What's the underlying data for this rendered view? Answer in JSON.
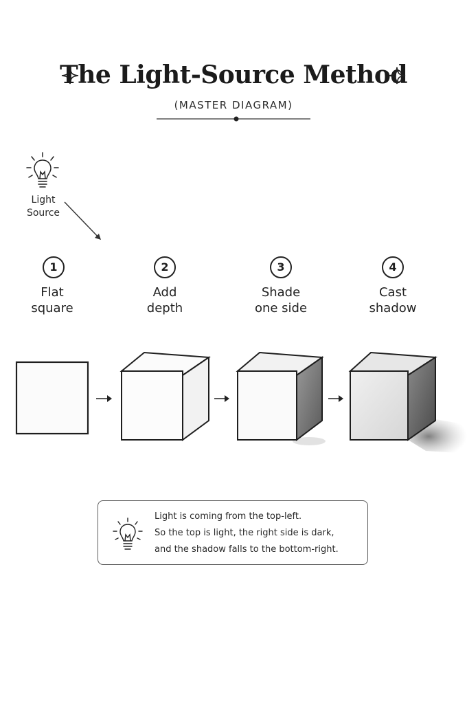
{
  "title": "The Light-Source Method",
  "subtitle": "(MASTER DIAGRAM)",
  "light_source": {
    "line1": "Light",
    "line2": "Source"
  },
  "steps": [
    {
      "num": "1",
      "line1": "Flat",
      "line2": "square"
    },
    {
      "num": "2",
      "line1": "Add",
      "line2": "depth"
    },
    {
      "num": "3",
      "line1": "Shade",
      "line2": "one side"
    },
    {
      "num": "4",
      "line1": "Cast",
      "line2": "shadow"
    }
  ],
  "note": {
    "line1": "Light is coming from the top-left.",
    "line2": "So the top is light, the right side is dark,",
    "line3": "and the shadow falls to the bottom-right."
  }
}
